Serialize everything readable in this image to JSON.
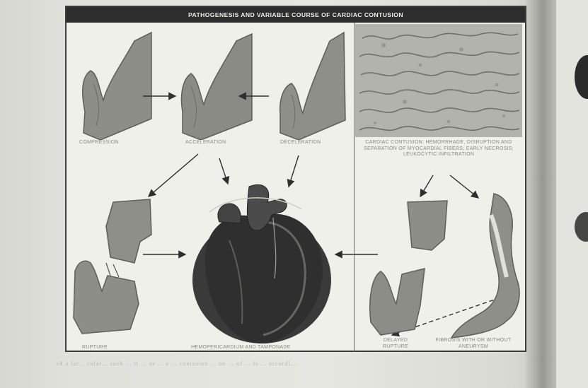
{
  "plate": {
    "title": "PATHOGENESIS AND VARIABLE COURSE OF CARDIAC CONTUSION",
    "captions": {
      "top_left": "COMPRESSION",
      "top_middle": "ACCELERATION",
      "top_right": "DECELERATION",
      "micro": "CARDIAC CONTUSION: HEMORRHAGE, DISRUPTION AND SEPARATION OF MYOCARDIAL FIBERS; EARLY NECROSIS; LEUKOCYTIC INFILTRATION",
      "bottom_left": "RUPTURE",
      "bottom_center": "HEMOPERICARDIUM AND TAMPONADE",
      "bottom_right_1": "DELAYED RUPTURE",
      "bottom_right_2": "FIBROSIS WITH OR WITHOUT ANEURYSM"
    }
  },
  "page_footer_text": "ed a lar... cular... such ... it ... as ... a ... contusion ... on ... of ... is ... accordi..."
}
